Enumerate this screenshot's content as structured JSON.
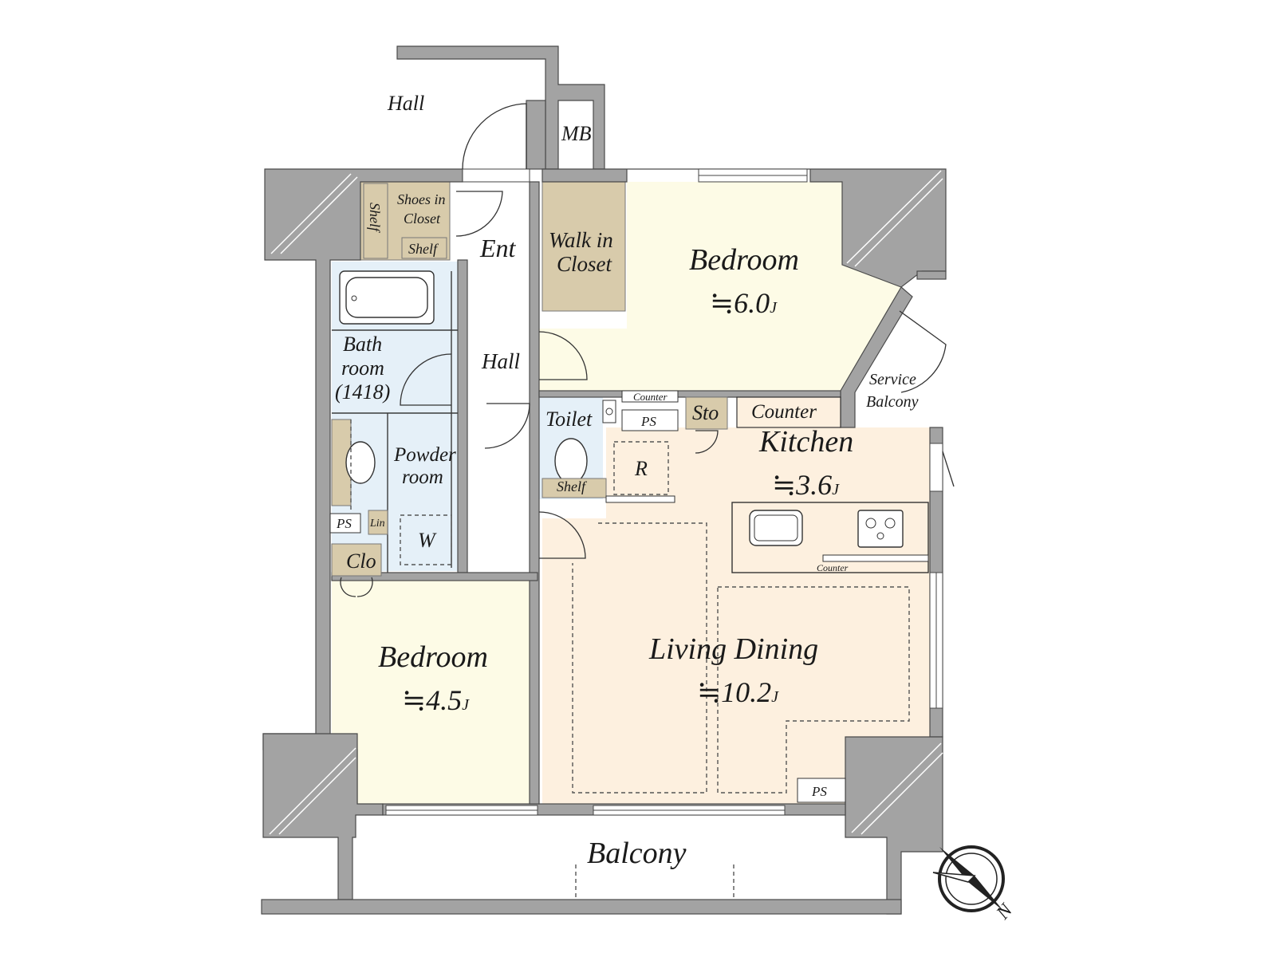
{
  "labels": {
    "hall_top": "Hall",
    "mb": "MB",
    "shelf_vertical": "Shelf",
    "shoes_closet_1": "Shoes in",
    "shoes_closet_2": "Closet",
    "shelf_small": "Shelf",
    "ent": "Ent",
    "walk_in_1": "Walk in",
    "walk_in_2": "Closet",
    "bedroom_main": "Bedroom",
    "bedroom_main_size": "≒6.0",
    "bath_1": "Bath",
    "bath_2": "room",
    "bath_3": "(1418)",
    "hall_inner": "Hall",
    "service_1": "Service",
    "service_2": "Balcony",
    "counter_small": "Counter",
    "toilet": "Toilet",
    "ps_toilet": "PS",
    "sto": "Sto",
    "counter_kitchen": "Counter",
    "kitchen": "Kitchen",
    "kitchen_size": "≒3.6",
    "powder_1": "Powder",
    "powder_2": "room",
    "shelf_toilet": "Shelf",
    "fridge": "R",
    "ps_powder": "PS",
    "lin": "Lin",
    "washer": "W",
    "counter_island": "Counter",
    "clo": "Clo",
    "bedroom_small": "Bedroom",
    "bedroom_small_size": "≒4.5",
    "living": "Living Dining",
    "living_size": "≒10.2",
    "ps_living": "PS",
    "balcony": "Balcony",
    "unit_j": "J",
    "compass_n": "N"
  },
  "colors": {
    "wall": "#a3a3a3",
    "bedroom": "#fdfbe6",
    "living": "#fdf0df",
    "wet": "#e5f0f8",
    "closet": "#d8cbab",
    "counter": "#fdf0df"
  }
}
